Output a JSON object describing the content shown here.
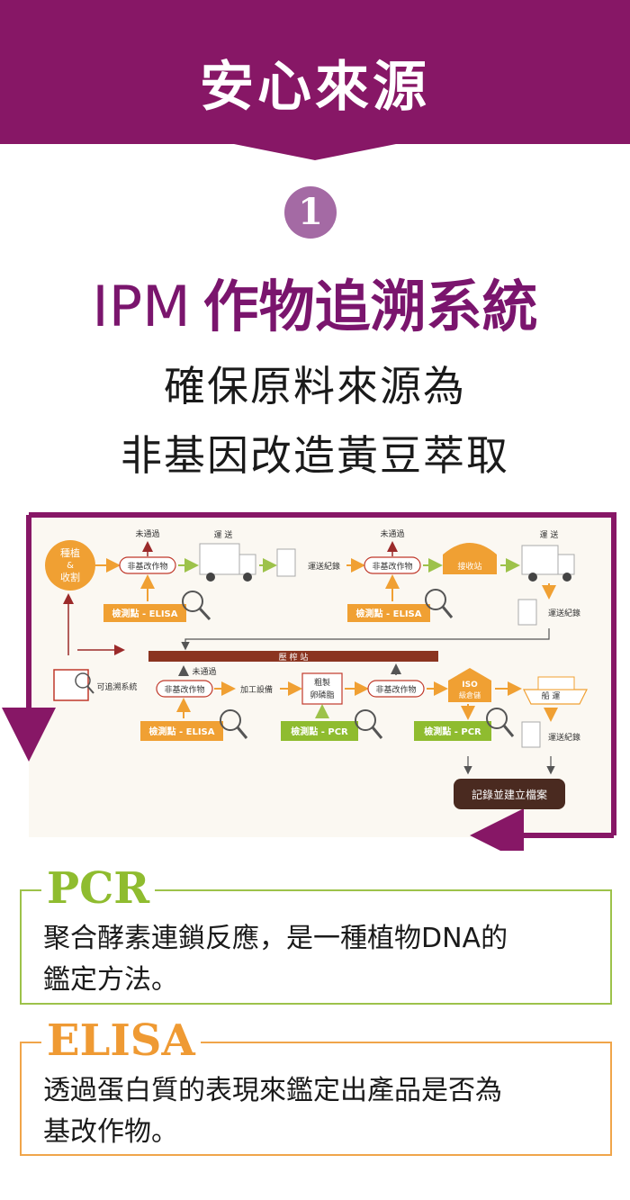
{
  "banner": {
    "title": "安心來源",
    "color": "#871766"
  },
  "step": {
    "number": "1"
  },
  "title": {
    "latin": "IPM",
    "main": "作物追溯系統"
  },
  "subtitle": {
    "line1": "確保原料來源為",
    "line2": "非基因改造黃豆萃取"
  },
  "diagram": {
    "labels": {
      "plant_harvest_1": "種植",
      "plant_harvest_2": "&",
      "plant_harvest_3": "收割",
      "fail_1": "未通過",
      "fail_2": "未通過",
      "fail_3": "未通過",
      "non_gmo_1": "非基改作物",
      "non_gmo_2": "非基改作物",
      "non_gmo_3": "非基改作物",
      "non_gmo_4": "非基改作物",
      "transport_1": "運 送",
      "transport_2": "運 送",
      "transport_record_1": "運送紀錄",
      "transport_record_2": "運送紀錄",
      "transport_record_3": "運送紀錄",
      "receiving_station": "接收站",
      "check_elisa_1": "檢測點 - ELISA",
      "check_elisa_2": "檢測點 - ELISA",
      "check_elisa_3": "檢測點 - ELISA",
      "check_pcr_1": "檢測點 - PCR",
      "check_pcr_2": "檢測點 - PCR",
      "crushing_station": "壓 榨 站",
      "traceability": "可追溯系統",
      "processing_equipment": "加工設備",
      "crude_1": "粗製",
      "crude_2": "卵磷脂",
      "iso_1": "ISO",
      "iso_2": "級倉儲",
      "shipping": "船 運",
      "archive": "記錄並建立檔案"
    }
  },
  "definitions": {
    "pcr": {
      "title": "PCR",
      "text_1": "聚合酵素連鎖反應，是一種植物DNA的",
      "text_2": "鑑定方法。"
    },
    "elisa": {
      "title": "ELISA",
      "text_1": "透過蛋白質的表現來鑑定出產品是否為",
      "text_2": "基改作物。"
    }
  }
}
